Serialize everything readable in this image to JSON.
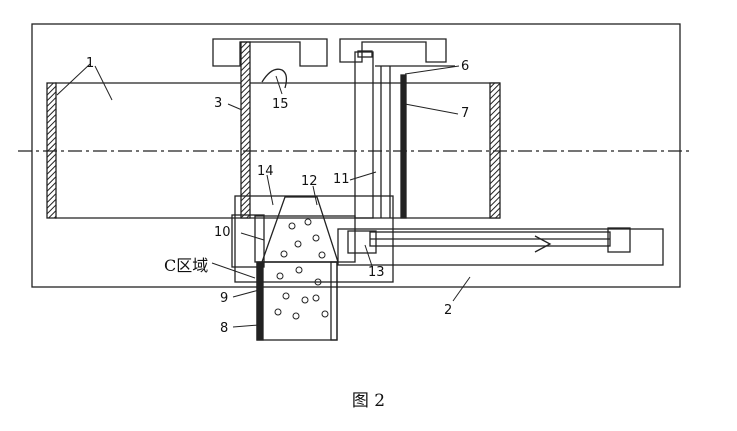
{
  "figure": {
    "caption": "图 2",
    "region_label": "C区域"
  },
  "callouts": [
    "1",
    "3",
    "15",
    "6",
    "7",
    "11",
    "14",
    "12",
    "10",
    "9",
    "8",
    "13",
    "2"
  ]
}
